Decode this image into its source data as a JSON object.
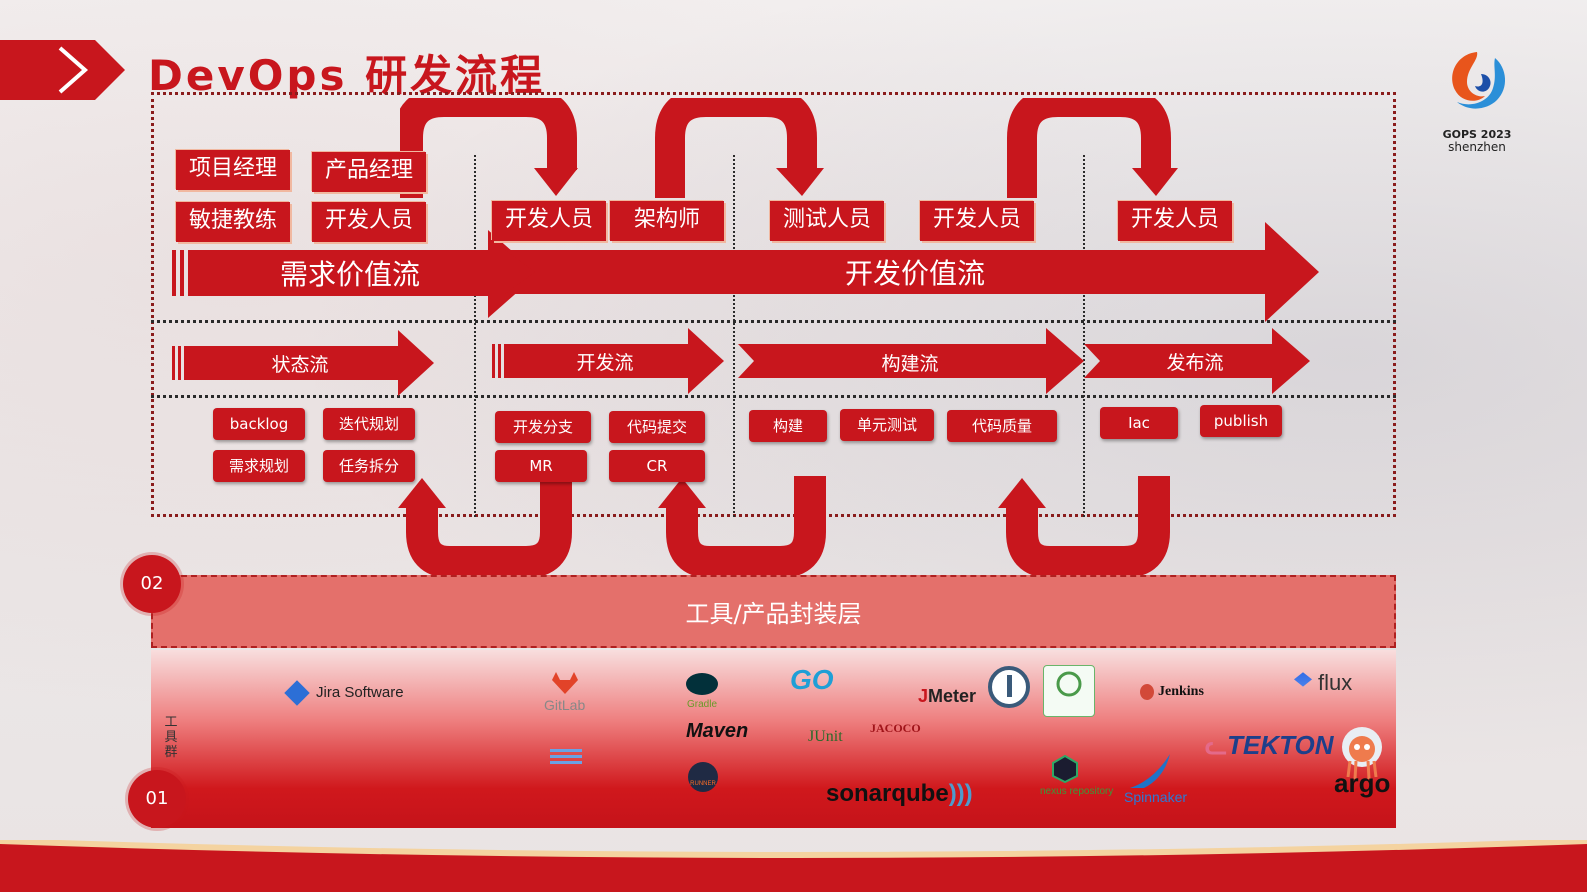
{
  "title": "DevOps 研发流程",
  "logo": {
    "line1": "GOPS 2023",
    "line2": "shenzhen"
  },
  "roles": {
    "demand": [
      "项目经理",
      "产品经理",
      "敏捷教练",
      "开发人员"
    ],
    "dev_stage": [
      "开发人员",
      "架构师"
    ],
    "test_stage": [
      "测试人员"
    ],
    "build_stage": [
      "开发人员"
    ],
    "release_stage": [
      "开发人员"
    ]
  },
  "value_streams": {
    "demand": "需求价值流",
    "development": "开发价值流"
  },
  "flows": {
    "state": "状态流",
    "dev": "开发流",
    "build": "构建流",
    "release": "发布流"
  },
  "activities": {
    "state": [
      "backlog",
      "迭代规划",
      "需求规划",
      "任务拆分"
    ],
    "dev": [
      "开发分支",
      "代码提交",
      "MR",
      "CR"
    ],
    "build": [
      "构建",
      "单元测试",
      "代码质量"
    ],
    "release": [
      "Iac",
      "publish"
    ]
  },
  "layers": {
    "tools_layer": {
      "number": "02",
      "label": "工具/产品封装层"
    },
    "tool_group": {
      "number": "01",
      "label": "工具群"
    }
  },
  "tools": [
    "Jira Software",
    "GitLab",
    "Gradle",
    "Maven",
    "GO",
    "JUnit",
    "Meter",
    "JACOCO",
    "Jenkins",
    "flux",
    "TEKTON",
    "argo",
    "sonarqube",
    "nexus repository",
    "Spinnaker",
    "RUNNER"
  ],
  "colors": {
    "primary_red": "#c8161d",
    "band_red": "#e4706b",
    "text_white": "#ffffff"
  }
}
